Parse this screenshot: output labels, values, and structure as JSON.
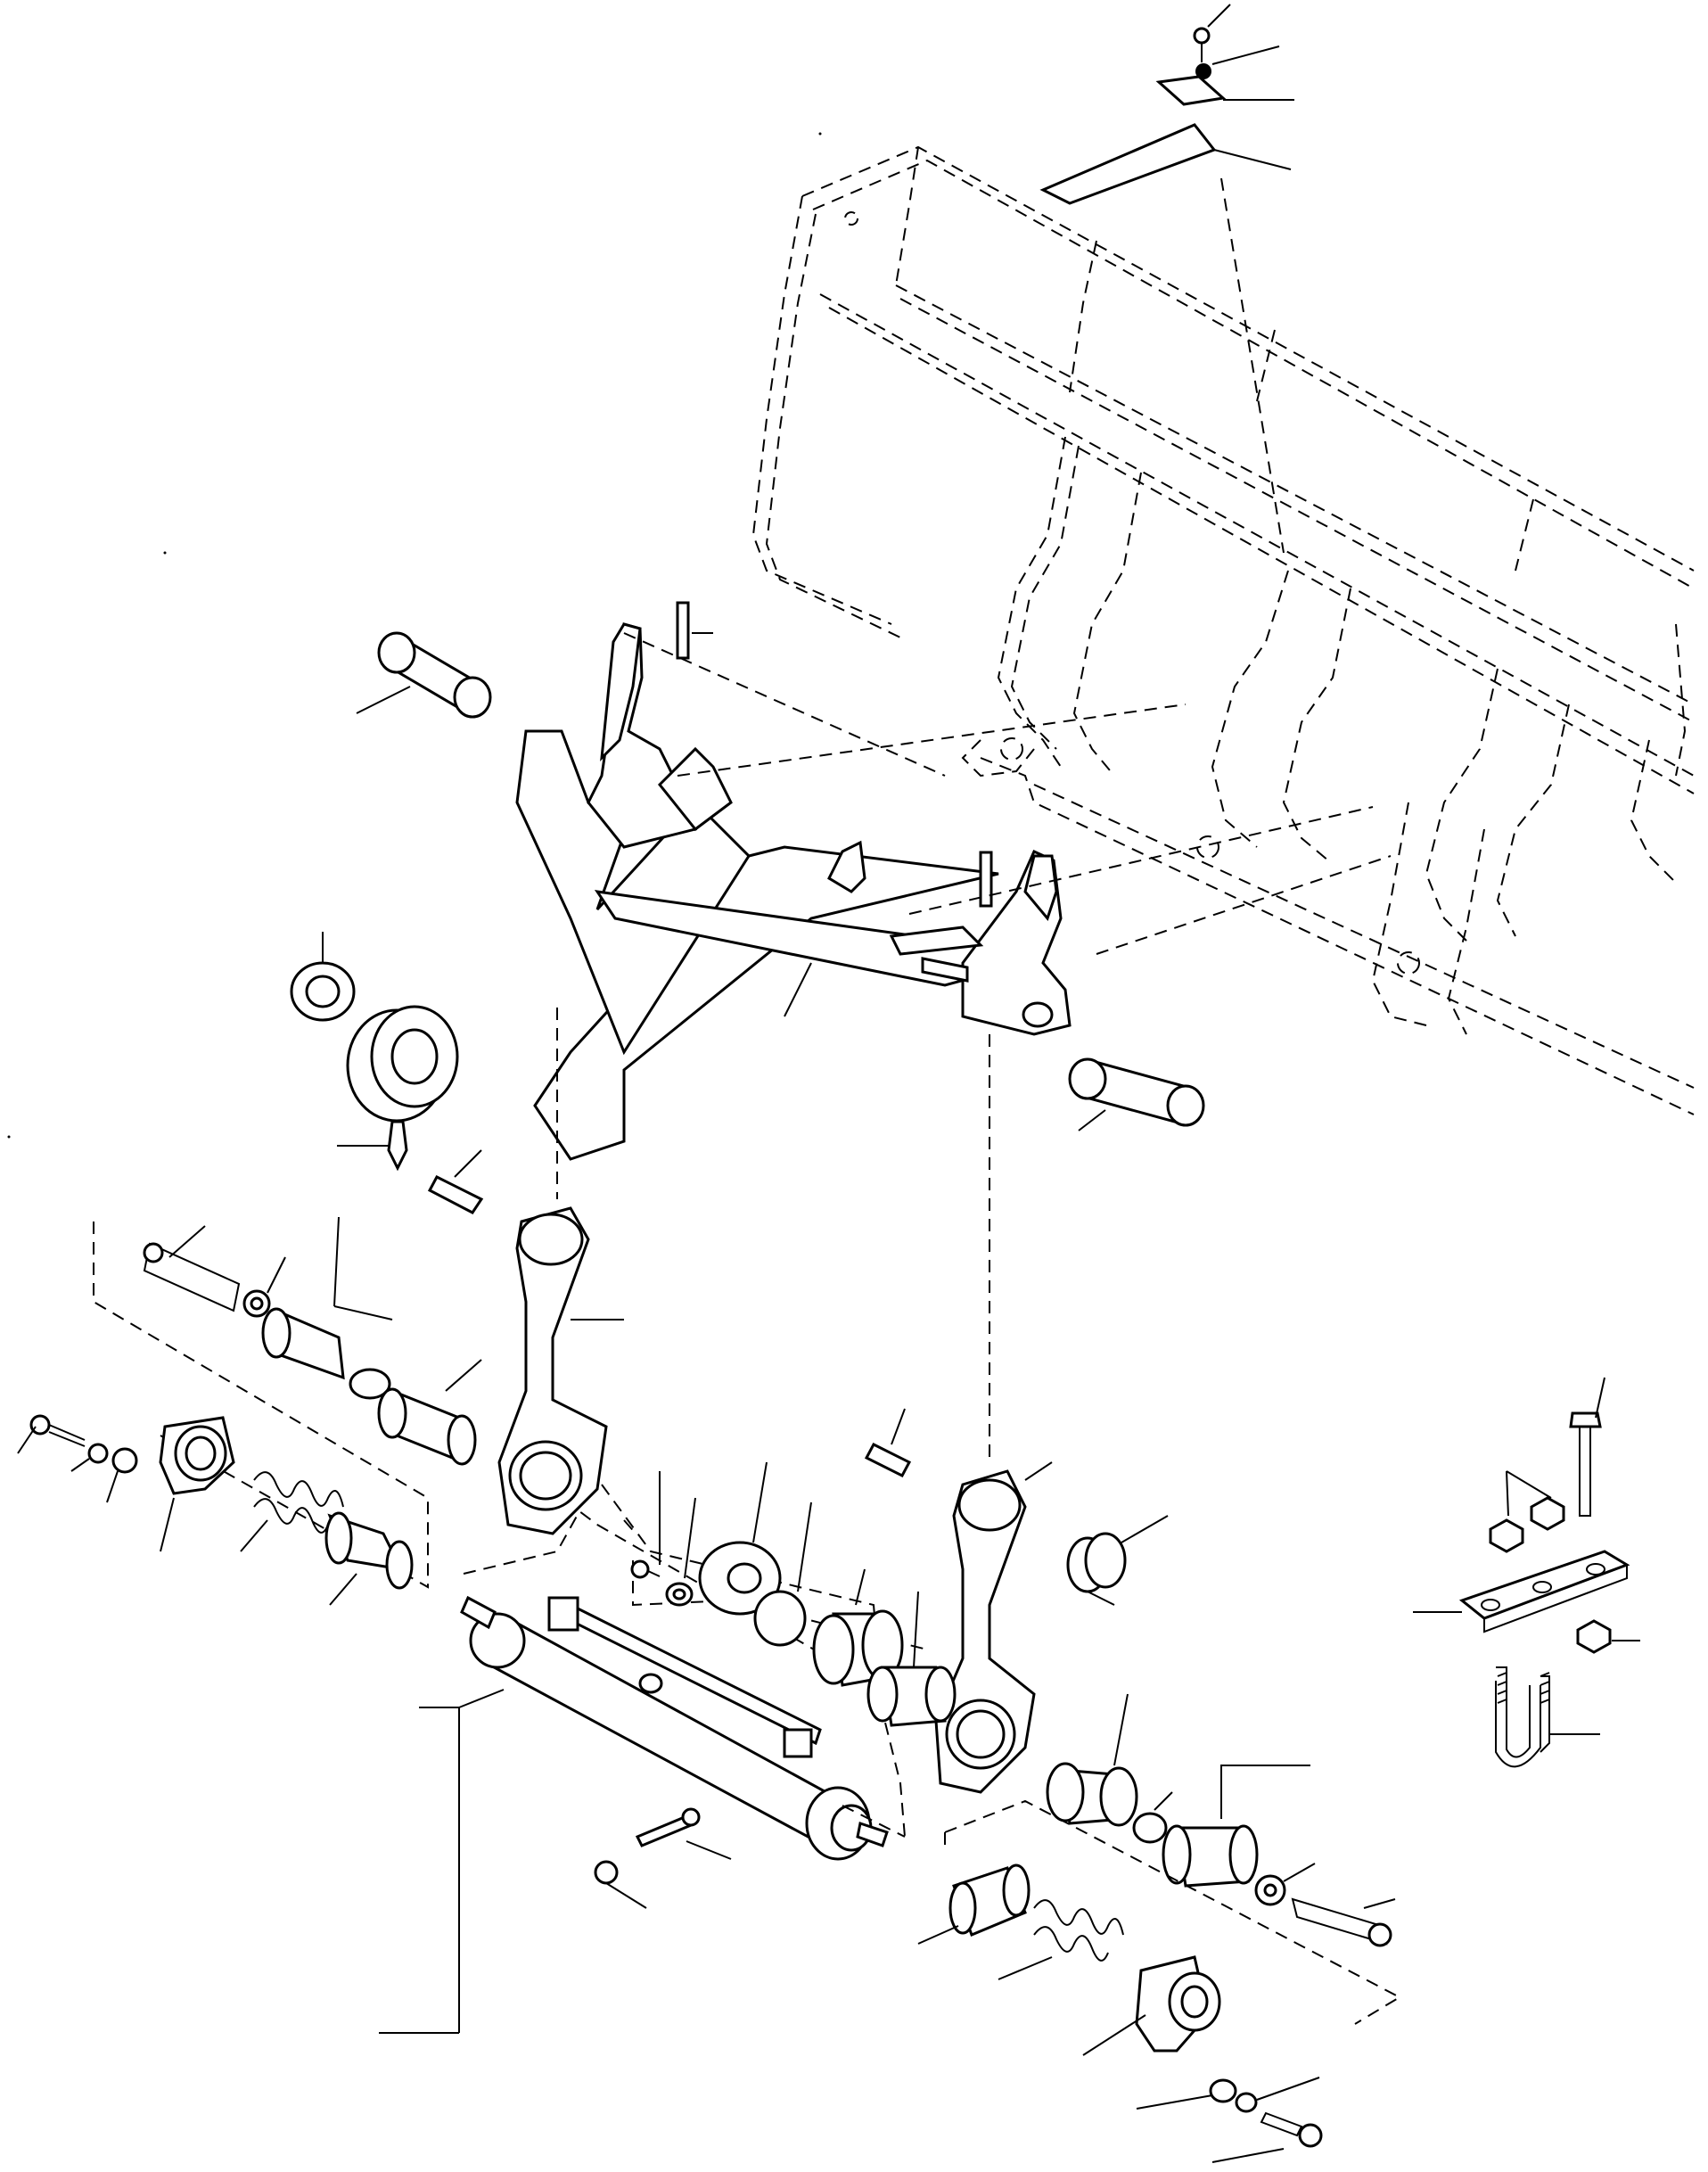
{
  "diagram": {
    "type": "exploded-parts-view",
    "printed_text": [],
    "callout_labels": [],
    "components": [
      "blade-ghost-outline",
      "upper-clip-assembly",
      "blade-pivot-frame",
      "frame-pin-left",
      "frame-pin-right",
      "roll-pins",
      "split-bushings",
      "grease-fittings",
      "left-link-arm",
      "right-link-arm",
      "left-spring-assembly",
      "right-spring-assembly",
      "tilt-cylinder",
      "u-bolt-clamp-assembly"
    ]
  }
}
